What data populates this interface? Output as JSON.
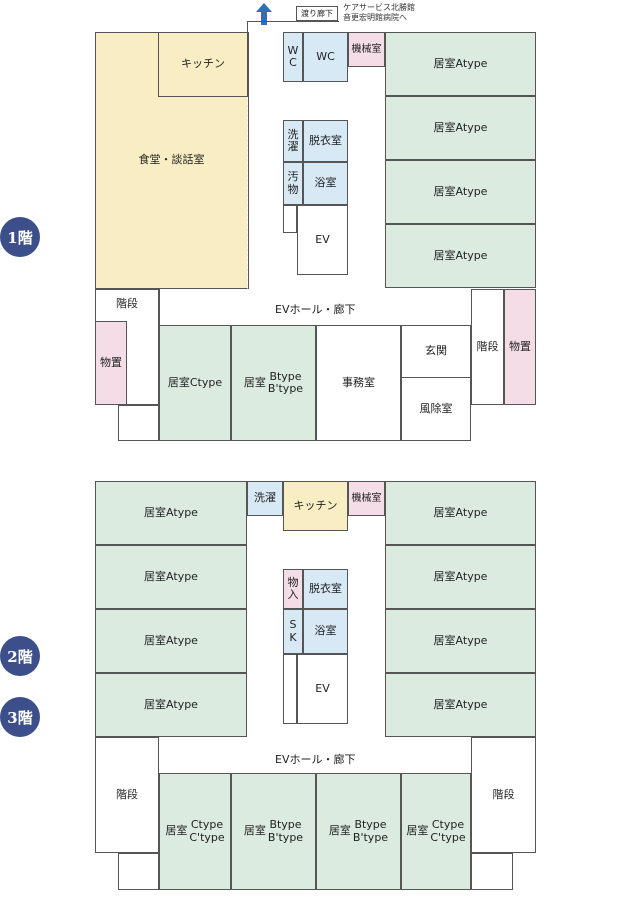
{
  "header": {
    "corridor_label": "渡り廊下",
    "note": "ケアサービス北勝館\n音更宏明館病院へ"
  },
  "floor1": {
    "badge": "1階",
    "kitchen": "キッチン",
    "dining": "食堂・談話室",
    "wc_small": "W\nC",
    "wc": "WC",
    "machine": "機械室",
    "laundry": "洗\n濯",
    "dressing": "脱衣室",
    "soiled": "汚\n物",
    "bath": "浴室",
    "ev": "EV",
    "hall": "EVホール・廊下",
    "stairs_left": "階段",
    "storage_left": "物置",
    "room_c_prefix": "居室",
    "room_c_type": "Ctype",
    "room_b_prefix": "居室",
    "room_b_type": "Btype\nB'type",
    "office": "事務室",
    "entrance": "玄関",
    "windbreak": "風除室",
    "stairs_right": "階段",
    "storage_right": "物置",
    "room_a": [
      "居室Atype",
      "居室Atype",
      "居室Atype",
      "居室Atype"
    ]
  },
  "floor23": {
    "badge2": "2階",
    "badge3": "3階",
    "rooms_left": [
      "居室Atype",
      "居室Atype",
      "居室Atype",
      "居室Atype"
    ],
    "rooms_right": [
      "居室Atype",
      "居室Atype",
      "居室Atype",
      "居室Atype"
    ],
    "laundry": "洗濯",
    "kitchen": "キッチン",
    "machine": "機械室",
    "storage": "物\n入",
    "dressing": "脱衣室",
    "sk": "S\nK",
    "bath": "浴室",
    "ev": "EV",
    "hall": "EVホール・廊下",
    "stairs_left": "階段",
    "stairs_right": "階段",
    "bottom_rooms": [
      {
        "prefix": "居室",
        "type": "Ctype\nC'type"
      },
      {
        "prefix": "居室",
        "type": "Btype\nB'type"
      },
      {
        "prefix": "居室",
        "type": "Btype\nB'type"
      },
      {
        "prefix": "居室",
        "type": "Ctype\nC'type"
      }
    ]
  },
  "colors": {
    "room": "#dcebdf",
    "dining": "#f9eec3",
    "water": "#d8e9f6",
    "storage": "#f4dde6",
    "badge": "#3c4f8a",
    "arrow": "#2f6fb5"
  }
}
